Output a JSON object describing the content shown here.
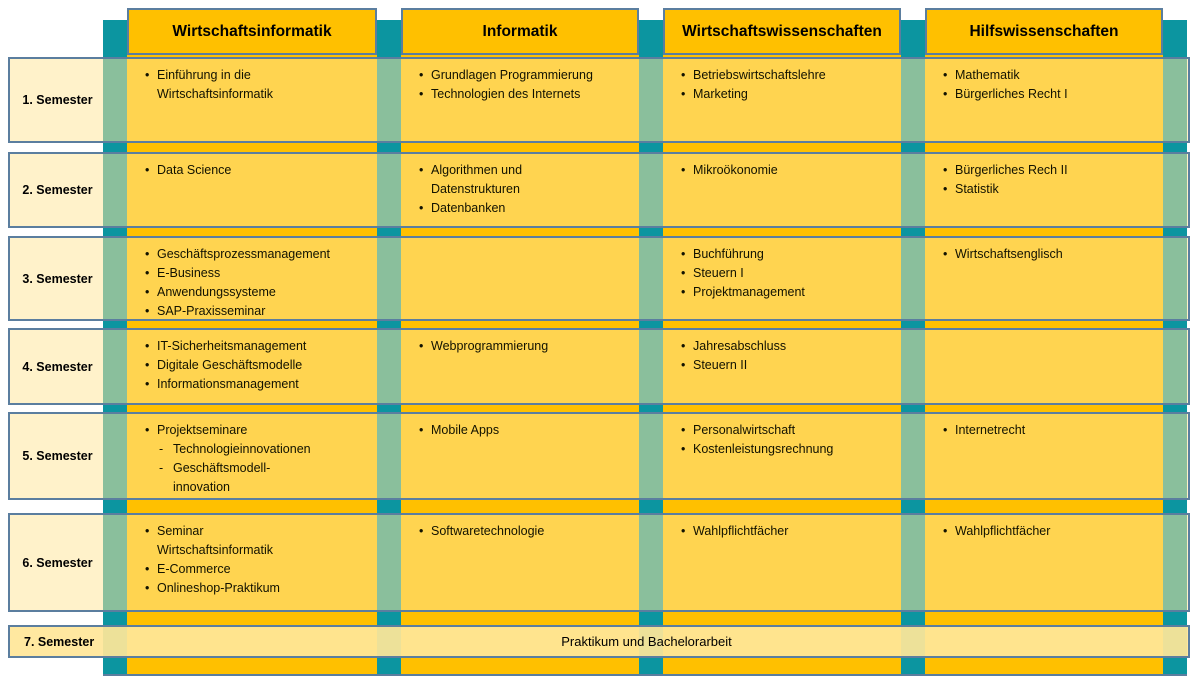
{
  "colors": {
    "column_fill": "#FFC000",
    "rail_teal": "#0C95A0",
    "row_overlay_fill": "#FFE699",
    "border_blue": "#5B7E9F",
    "text": "#000000"
  },
  "columns": [
    {
      "label": "Wirtschaftsinformatik"
    },
    {
      "label": "Informatik"
    },
    {
      "label": "Wirtschaftswissenschaften"
    },
    {
      "label": "Hilfswissenschaften"
    }
  ],
  "semesters": [
    {
      "label": "1. Semester",
      "cells": [
        [
          {
            "type": "bullet",
            "text": "Einführung in die\nWirtschaftsinformatik"
          }
        ],
        [
          {
            "type": "bullet",
            "text": "Grundlagen Programmierung"
          },
          {
            "type": "bullet",
            "text": "Technologien des Internets"
          }
        ],
        [
          {
            "type": "bullet",
            "text": "Betriebswirtschaftslehre"
          },
          {
            "type": "bullet",
            "text": "Marketing"
          }
        ],
        [
          {
            "type": "bullet",
            "text": "Mathematik"
          },
          {
            "type": "bullet",
            "text": "Bürgerliches Recht I"
          }
        ]
      ]
    },
    {
      "label": "2. Semester",
      "cells": [
        [
          {
            "type": "bullet",
            "text": "Data Science"
          }
        ],
        [
          {
            "type": "bullet",
            "text": "Algorithmen und\nDatenstrukturen"
          },
          {
            "type": "bullet",
            "text": "Datenbanken"
          }
        ],
        [
          {
            "type": "bullet",
            "text": "Mikroökonomie"
          }
        ],
        [
          {
            "type": "bullet",
            "text": "Bürgerliches Rech II"
          },
          {
            "type": "bullet",
            "text": "Statistik"
          }
        ]
      ]
    },
    {
      "label": "3. Semester",
      "cells": [
        [
          {
            "type": "bullet",
            "text": "Geschäftsprozessmanagement"
          },
          {
            "type": "bullet",
            "text": "E-Business"
          },
          {
            "type": "bullet",
            "text": "Anwendungssysteme"
          },
          {
            "type": "bullet",
            "text": "SAP-Praxisseminar"
          }
        ],
        [],
        [
          {
            "type": "bullet",
            "text": "Buchführung"
          },
          {
            "type": "bullet",
            "text": "Steuern I"
          },
          {
            "type": "bullet",
            "text": "Projektmanagement"
          }
        ],
        [
          {
            "type": "bullet",
            "text": "Wirtschaftsenglisch"
          }
        ]
      ]
    },
    {
      "label": "4. Semester",
      "cells": [
        [
          {
            "type": "bullet",
            "text": "IT-Sicherheitsmanagement"
          },
          {
            "type": "bullet",
            "text": "Digitale Geschäftsmodelle"
          },
          {
            "type": "bullet",
            "text": "Informationsmanagement"
          }
        ],
        [
          {
            "type": "bullet",
            "text": "Webprogrammierung"
          }
        ],
        [
          {
            "type": "bullet",
            "text": "Jahresabschluss"
          },
          {
            "type": "bullet",
            "text": "Steuern II"
          }
        ],
        []
      ]
    },
    {
      "label": "5. Semester",
      "cells": [
        [
          {
            "type": "bullet",
            "text": "Projektseminare"
          },
          {
            "type": "dash",
            "text": "Technologieinnovationen"
          },
          {
            "type": "dash",
            "text": "Geschäftsmodell-\ninnovation"
          }
        ],
        [
          {
            "type": "bullet",
            "text": "Mobile Apps"
          }
        ],
        [
          {
            "type": "bullet",
            "text": "Personalwirtschaft"
          },
          {
            "type": "bullet",
            "text": "Kostenleistungsrechnung"
          }
        ],
        [
          {
            "type": "bullet",
            "text": "Internetrecht"
          }
        ]
      ]
    },
    {
      "label": "6. Semester",
      "cells": [
        [
          {
            "type": "bullet",
            "text": "Seminar\nWirtschaftsinformatik"
          },
          {
            "type": "bullet",
            "text": "E-Commerce"
          },
          {
            "type": "bullet",
            "text": "Onlineshop-Praktikum"
          }
        ],
        [
          {
            "type": "bullet",
            "text": "Softwaretechnologie"
          }
        ],
        [
          {
            "type": "bullet",
            "text": "Wahlpflichtfächer"
          }
        ],
        [
          {
            "type": "bullet",
            "text": "Wahlpflichtfächer"
          }
        ]
      ]
    },
    {
      "label": "7. Semester",
      "banner": "Praktikum und Bachelorarbeit"
    }
  ]
}
